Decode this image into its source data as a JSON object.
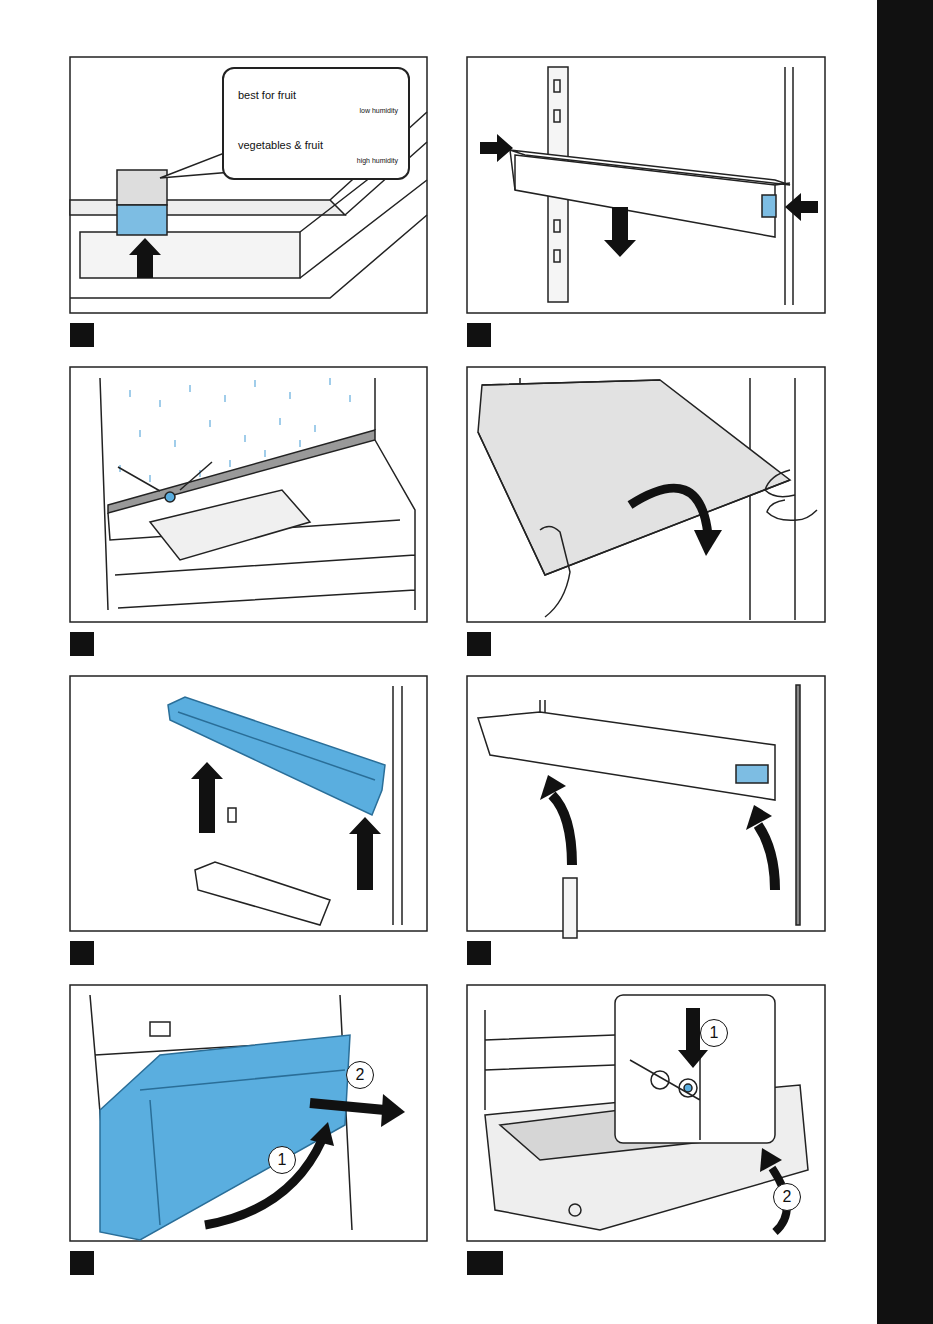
{
  "diagram": {
    "nodes": [
      {
        "text": [
          "best for fruit",
          "low humidity",
          "vegetables & fruit",
          "high humidity"
        ]
      },
      {
        "text": [
          "2"
        ]
      },
      {
        "text": [
          "1"
        ]
      },
      {
        "text": [
          "1"
        ]
      },
      {
        "text": [
          "2"
        ]
      }
    ]
  }
}
